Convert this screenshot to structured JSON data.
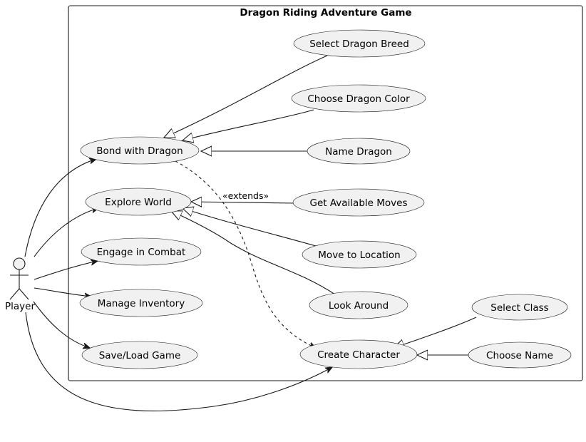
{
  "system": {
    "title": "Dragon Riding Adventure Game"
  },
  "actor": {
    "name": "Player"
  },
  "use_cases": {
    "select_dragon_breed": "Select Dragon Breed",
    "choose_dragon_color": "Choose Dragon Color",
    "bond_with_dragon": "Bond with Dragon",
    "name_dragon": "Name Dragon",
    "explore_world": "Explore World",
    "get_available_moves": "Get Available Moves",
    "move_to_location": "Move to Location",
    "engage_in_combat": "Engage in Combat",
    "manage_inventory": "Manage Inventory",
    "look_around": "Look Around",
    "select_class": "Select Class",
    "save_load_game": "Save/Load Game",
    "create_character": "Create Character",
    "choose_name": "Choose Name"
  },
  "relations": {
    "extends_label": "«extends»"
  }
}
